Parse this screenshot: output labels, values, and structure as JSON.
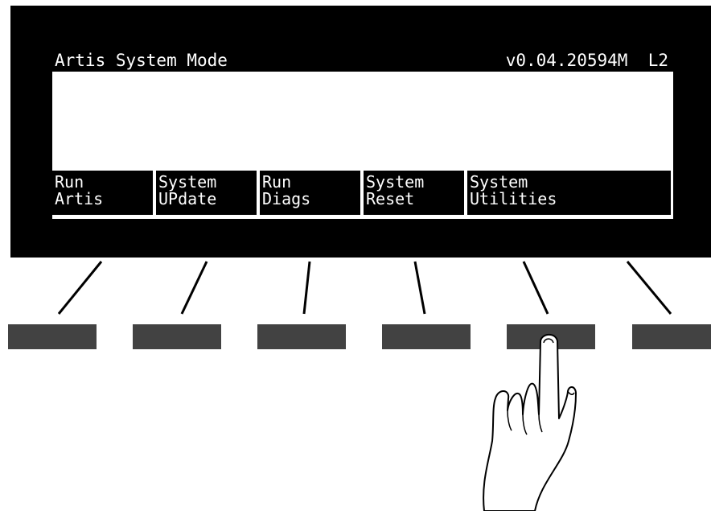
{
  "display": {
    "title": "Artis System Mode",
    "version": "v0.04.20594M",
    "layer": "L2",
    "soft_labels": [
      {
        "line1": "Run",
        "line2": "Artis"
      },
      {
        "line1": "System",
        "line2": "UPdate"
      },
      {
        "line1": "Run",
        "line2": "Diags"
      },
      {
        "line1": "System",
        "line2": "Reset"
      },
      {
        "line1": "System",
        "line2": "Utilities"
      }
    ]
  },
  "buttons": [
    "soft-button-1",
    "soft-button-2",
    "soft-button-3",
    "soft-button-4",
    "soft-button-5",
    "soft-button-6"
  ],
  "colors": {
    "bezel": "#000000",
    "screen": "#ffffff",
    "button": "#424242"
  },
  "icons": {
    "pointer": "pointing-hand-icon"
  }
}
